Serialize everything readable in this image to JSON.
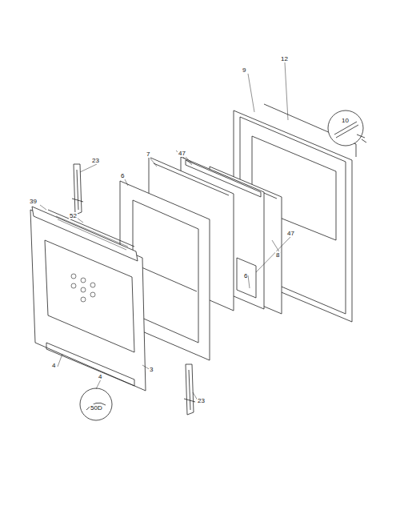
{
  "diagram": {
    "labels": [
      "12",
      "9",
      "10",
      "23",
      "7",
      "47",
      "6",
      "39",
      "52",
      "47",
      "8",
      "6",
      "4",
      "3",
      "4",
      "50D",
      "23"
    ]
  }
}
